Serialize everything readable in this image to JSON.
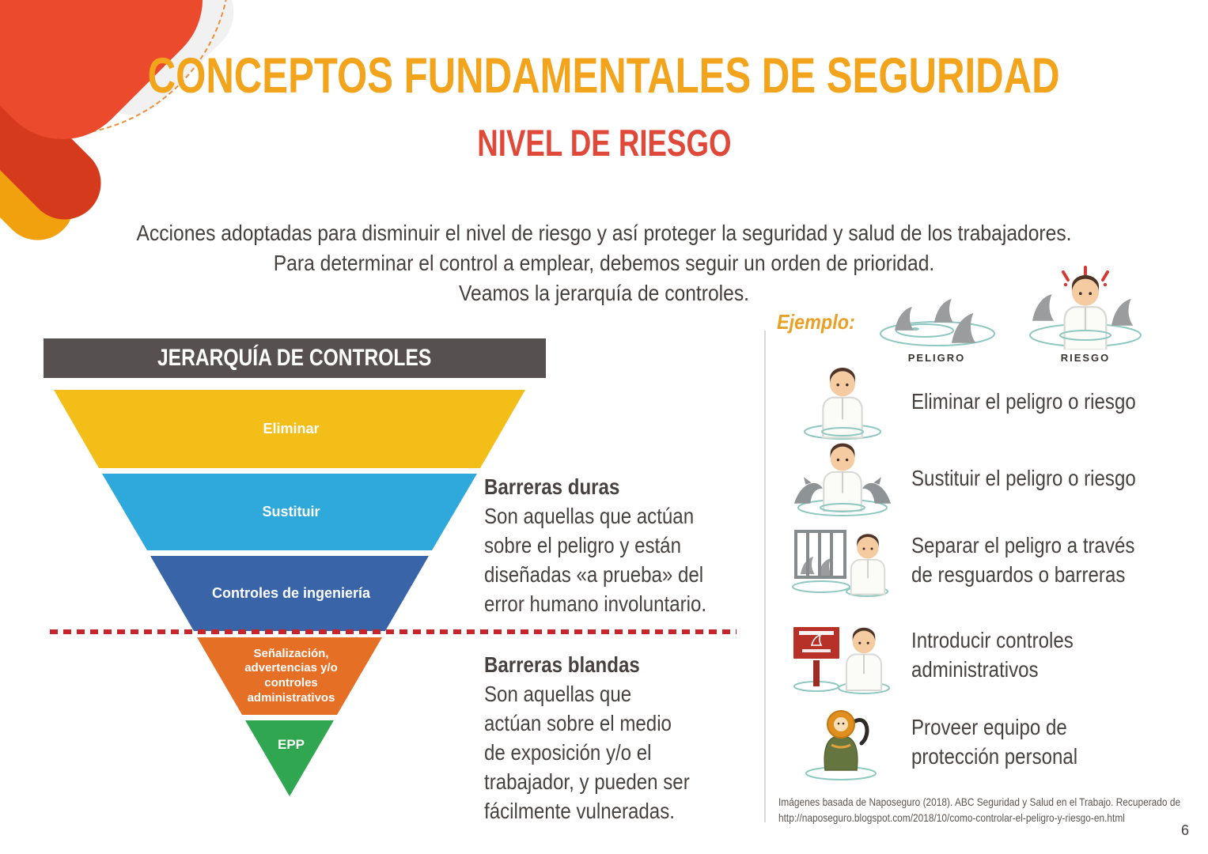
{
  "page_number": "6",
  "title": "CONCEPTOS FUNDAMENTALES DE SEGURIDAD",
  "subtitle": "NIVEL DE RIESGO",
  "intro_lines": [
    "Acciones adoptadas para disminuir el nivel de riesgo y así proteger la seguridad y salud de los trabajadores.",
    "Para determinar el control a emplear, debemos seguir un orden de prioridad.",
    "Veamos la jerarquía de controles."
  ],
  "hierarchy": {
    "header": "JERARQUÍA DE CONTROLES",
    "levels": [
      {
        "label": "Eliminar",
        "color": "#f4be18"
      },
      {
        "label": "Sustituir",
        "color": "#2fa8dc"
      },
      {
        "label": "Controles de ingeniería",
        "color": "#3a64a8"
      },
      {
        "label": "Señalización,\nadvertencias y/o\ncontroles\nadministrativos",
        "color": "#e66f26"
      },
      {
        "label": "EPP",
        "color": "#2fa64f"
      }
    ]
  },
  "barriers": {
    "duras": {
      "title": "Barreras duras",
      "lines": [
        "Son aquellas que actúan",
        "sobre el peligro y están",
        "diseñadas «a prueba» del",
        "error humano involuntario."
      ]
    },
    "blandas": {
      "title": "Barreras blandas",
      "lines": [
        "Son aquellas que",
        "actúan sobre el medio",
        "de exposición y/o el",
        "trabajador, y pueden ser",
        "fácilmente vulneradas."
      ]
    }
  },
  "example": {
    "label": "Ejemplo:",
    "legend": [
      {
        "icon": "shark-fins-icon",
        "label": "PELIGRO"
      },
      {
        "icon": "man-among-sharks-icon",
        "label": "RIESGO"
      }
    ],
    "items": [
      {
        "icon": "man-in-water-icon",
        "lines": [
          "Eliminar el peligro o riesgo"
        ]
      },
      {
        "icon": "man-with-dolphins-icon",
        "lines": [
          "Sustituir el peligro o riesgo"
        ]
      },
      {
        "icon": "shark-cage-icon",
        "lines": [
          "Separar el peligro a través",
          "de resguardos o barreras"
        ]
      },
      {
        "icon": "warning-sign-icon",
        "lines": [
          "Introducir controles",
          "administrativos"
        ]
      },
      {
        "icon": "diving-suit-icon",
        "lines": [
          "Proveer equipo de",
          "protección personal"
        ]
      }
    ]
  },
  "citation_lines": [
    "Imágenes basada de Naposeguro (2018). ABC Seguridad y Salud en el Trabajo. Recuperado de",
    "http://naposeguro.blogspot.com/2018/10/como-controlar-el-peligro-y-riesgo-en.html"
  ],
  "colors": {
    "title_orange": "#f2a41d",
    "subtitle_red": "#e0483a",
    "header_bar_gray": "#575050",
    "dashed_line_red": "#c4262c",
    "example_label_orange": "#e8a125",
    "body_text": "#474140"
  }
}
